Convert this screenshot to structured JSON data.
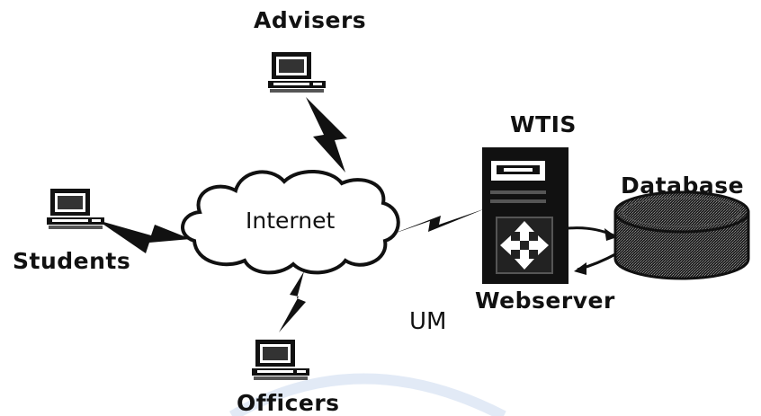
{
  "nodes": {
    "advisers": "Advisers",
    "wtis": "WTIS",
    "database": "Database",
    "students": "Students",
    "internet": "Internet",
    "webserver": "Webserver",
    "um": "UM",
    "officers": "Officers"
  },
  "icons": {
    "client_computer": "desktop-computer-icon",
    "server": "server-tower-icon",
    "database": "database-cylinder-icon",
    "cloud": "cloud-icon",
    "link": "lightning-link-icon"
  },
  "colors": {
    "ink": "#111111",
    "background": "#ffffff",
    "watermark": "#d6e1f2"
  }
}
